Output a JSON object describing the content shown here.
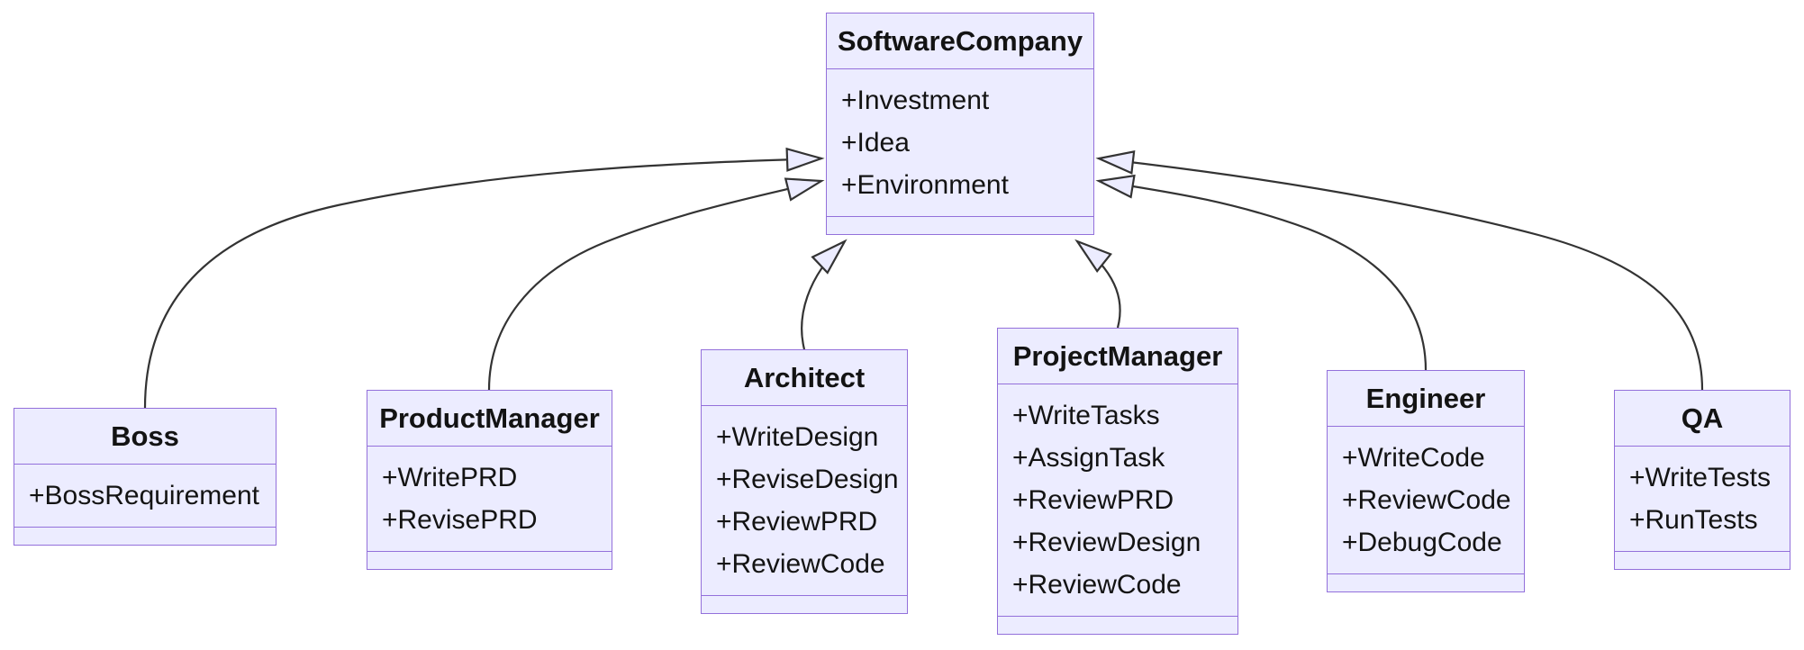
{
  "diagram": {
    "type": "uml-class-diagram",
    "background_color": "#ffffff",
    "node_fill_color": "#ECECFF",
    "node_border_color": "#9370DB",
    "edge_color": "#333333",
    "arrowhead_fill_color": "#ECECFF",
    "text_color": "#131313"
  },
  "classes": [
    {
      "name": "SoftwareCompany",
      "attributes": [
        "+Investment",
        "+Idea",
        "+Environment"
      ],
      "methods": []
    },
    {
      "name": "Boss",
      "attributes": [
        "+BossRequirement"
      ],
      "methods": []
    },
    {
      "name": "ProductManager",
      "attributes": [
        "+WritePRD",
        "+RevisePRD"
      ],
      "methods": []
    },
    {
      "name": "Architect",
      "attributes": [
        "+WriteDesign",
        "+ReviseDesign",
        "+ReviewPRD",
        "+ReviewCode"
      ],
      "methods": []
    },
    {
      "name": "ProjectManager",
      "attributes": [
        "+WriteTasks",
        "+AssignTask",
        "+ReviewPRD",
        "+ReviewDesign",
        "+ReviewCode"
      ],
      "methods": []
    },
    {
      "name": "Engineer",
      "attributes": [
        "+WriteCode",
        "+ReviewCode",
        "+DebugCode"
      ],
      "methods": []
    },
    {
      "name": "QA",
      "attributes": [
        "+WriteTests",
        "+RunTests"
      ],
      "methods": []
    }
  ],
  "relationships": [
    {
      "from": "Boss",
      "to": "SoftwareCompany",
      "type": "inheritance"
    },
    {
      "from": "ProductManager",
      "to": "SoftwareCompany",
      "type": "inheritance"
    },
    {
      "from": "Architect",
      "to": "SoftwareCompany",
      "type": "inheritance"
    },
    {
      "from": "ProjectManager",
      "to": "SoftwareCompany",
      "type": "inheritance"
    },
    {
      "from": "Engineer",
      "to": "SoftwareCompany",
      "type": "inheritance"
    },
    {
      "from": "QA",
      "to": "SoftwareCompany",
      "type": "inheritance"
    }
  ]
}
